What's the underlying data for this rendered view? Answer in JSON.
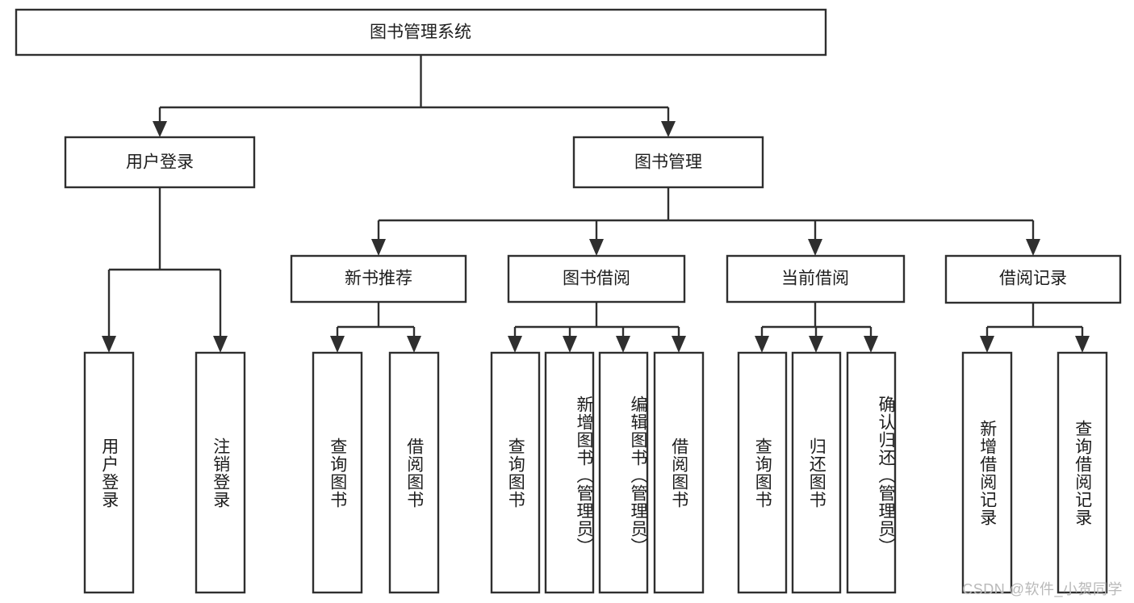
{
  "diagram": {
    "type": "tree-hierarchy",
    "title": "图书管理系统",
    "orientation": "top-down",
    "colors": {
      "box_fill": "#ffffff",
      "box_stroke": "#2f2f2f",
      "text": "#1d1d1d",
      "background": "#ffffff",
      "watermark": "#b9b9b9"
    },
    "levels": {
      "level1": [
        "图书管理系统"
      ],
      "level2": [
        "用户登录",
        "图书管理"
      ],
      "level3": [
        "新书推荐",
        "图书借阅",
        "当前借阅",
        "借阅记录"
      ],
      "level4": [
        "用户登录",
        "注销登录",
        "查询图书",
        "借阅图书",
        "查询图书",
        "新增图书（管理员）",
        "编辑图书（管理员）",
        "借阅图书",
        "查询图书",
        "归还图书",
        "确认归还（管理员）",
        "新增借阅记录",
        "查询借阅记录"
      ]
    },
    "nodes": {
      "root": {
        "label": "图书管理系统"
      },
      "user_login": {
        "label": "用户登录"
      },
      "book_manage": {
        "label": "图书管理"
      },
      "new_book_rec": {
        "label": "新书推荐"
      },
      "book_borrow": {
        "label": "图书借阅"
      },
      "current_borrow": {
        "label": "当前借阅"
      },
      "borrow_record": {
        "label": "借阅记录"
      },
      "leaf_user_login": {
        "label": "用户登录"
      },
      "leaf_logout": {
        "label": "注销登录"
      },
      "leaf_query_book_1": {
        "label": "查询图书"
      },
      "leaf_borrow_book_1": {
        "label": "借阅图书"
      },
      "leaf_query_book_2": {
        "label": "查询图书"
      },
      "leaf_add_book": {
        "label": "新增图书（管理员）"
      },
      "leaf_edit_book": {
        "label": "编辑图书（管理员）"
      },
      "leaf_borrow_book_2": {
        "label": "借阅图书"
      },
      "leaf_query_book_3": {
        "label": "查询图书"
      },
      "leaf_return_book": {
        "label": "归还图书"
      },
      "leaf_confirm_return": {
        "label": "确认归还（管理员）"
      },
      "leaf_add_record": {
        "label": "新增借阅记录"
      },
      "leaf_query_record": {
        "label": "查询借阅记录"
      }
    },
    "edges": [
      {
        "from": "root",
        "to": "user_login"
      },
      {
        "from": "root",
        "to": "book_manage"
      },
      {
        "from": "user_login",
        "to": "leaf_user_login"
      },
      {
        "from": "user_login",
        "to": "leaf_logout"
      },
      {
        "from": "book_manage",
        "to": "new_book_rec"
      },
      {
        "from": "book_manage",
        "to": "book_borrow"
      },
      {
        "from": "book_manage",
        "to": "current_borrow"
      },
      {
        "from": "book_manage",
        "to": "borrow_record"
      },
      {
        "from": "new_book_rec",
        "to": "leaf_query_book_1"
      },
      {
        "from": "new_book_rec",
        "to": "leaf_borrow_book_1"
      },
      {
        "from": "book_borrow",
        "to": "leaf_query_book_2"
      },
      {
        "from": "book_borrow",
        "to": "leaf_add_book"
      },
      {
        "from": "book_borrow",
        "to": "leaf_edit_book"
      },
      {
        "from": "book_borrow",
        "to": "leaf_borrow_book_2"
      },
      {
        "from": "current_borrow",
        "to": "leaf_query_book_3"
      },
      {
        "from": "current_borrow",
        "to": "leaf_return_book"
      },
      {
        "from": "current_borrow",
        "to": "leaf_confirm_return"
      },
      {
        "from": "borrow_record",
        "to": "leaf_add_record"
      },
      {
        "from": "borrow_record",
        "to": "leaf_query_record"
      }
    ]
  },
  "watermark": {
    "text": "CSDN @软件_小贺同学"
  }
}
